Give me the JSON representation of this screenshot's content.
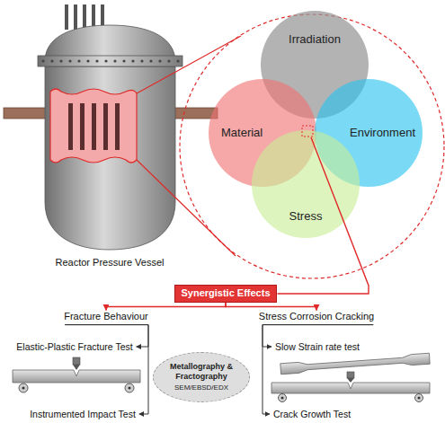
{
  "diagram": {
    "nodes": [
      {
        "text": [
          "Irradiation"
        ]
      },
      {
        "text": [
          "Material"
        ]
      },
      {
        "text": [
          "Environment"
        ]
      },
      {
        "text": [
          "Stress"
        ]
      },
      {
        "text": [
          "Synergistic Effects"
        ]
      },
      {
        "text": [
          "Fracture Behaviour"
        ]
      },
      {
        "text": [
          "Stress Corrosion Cracking"
        ]
      },
      {
        "text": [
          "Elastic-Plastic Fracture Test"
        ]
      },
      {
        "text": [
          "Instrumented Impact Test"
        ]
      },
      {
        "text": [
          "Slow Strain rate test"
        ]
      },
      {
        "text": [
          "Crack Growth Test"
        ]
      },
      {
        "text": [
          "Metallography & Fractography",
          "SEM/EBSD/EDX"
        ]
      }
    ],
    "edges": [
      {
        "from": 4,
        "to": 5,
        "arrow": "to"
      },
      {
        "from": 4,
        "to": 6,
        "arrow": "to"
      },
      {
        "from": 5,
        "to": 7,
        "arrow": "to"
      },
      {
        "from": 5,
        "to": 8,
        "arrow": "to"
      },
      {
        "from": 6,
        "to": 9,
        "arrow": "to"
      },
      {
        "from": 6,
        "to": 10,
        "arrow": "to"
      }
    ],
    "labels": [
      "Reactor Pressure Vessel"
    ]
  }
}
